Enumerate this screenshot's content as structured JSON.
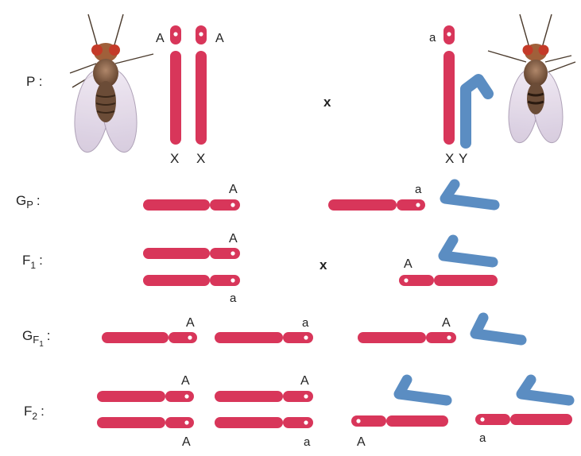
{
  "title": "",
  "colors": {
    "x_chromosome": "#d8365a",
    "x_chromosome_dark": "#b8284a",
    "y_chromosome": "#5b8dc2",
    "text": "#222222",
    "background": "#ffffff"
  },
  "rows": {
    "p": "P :",
    "gp": {
      "letter": "G",
      "sub": "P",
      "colon": ":"
    },
    "f1": {
      "letter": "F",
      "sub": "1",
      "colon": ":"
    },
    "gf1": {
      "letter": "G",
      "sub": "F",
      "subsub": "1",
      "colon": ":"
    },
    "f2": {
      "letter": "F",
      "sub": "2",
      "colon": ":"
    }
  },
  "cross_symbol": "x",
  "p": {
    "female": {
      "alleles": [
        "A",
        "A"
      ],
      "chromosomes": [
        "X",
        "X"
      ],
      "icon": "female-fruit-fly-icon"
    },
    "male": {
      "allele": "a",
      "chromosomes": [
        "X",
        "Y"
      ],
      "icon": "male-fruit-fly-icon"
    }
  },
  "gp": {
    "female_allele": "A",
    "male_allele": "a"
  },
  "f1": {
    "female_alleles": [
      "A",
      "a"
    ],
    "male_allele": "A"
  },
  "gf1": {
    "alleles": [
      "A",
      "a",
      "A"
    ]
  },
  "f2": {
    "g1": [
      "A",
      "A"
    ],
    "g2": [
      "A",
      "a"
    ],
    "g3": "A",
    "g4": "a"
  }
}
